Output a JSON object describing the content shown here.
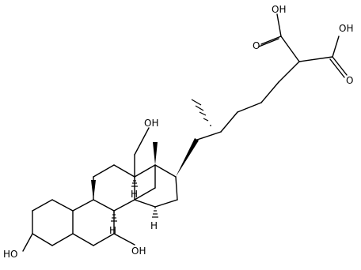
{
  "labels": {
    "oh_acid1": "OH",
    "oh_acid2": "OH",
    "o_acid1": "O",
    "o_acid2": "O",
    "oh_c12": "OH",
    "oh_c3": "HO",
    "oh_c7": "OH",
    "h_c9": "H",
    "h_c8": "H",
    "h_c14": "H"
  }
}
